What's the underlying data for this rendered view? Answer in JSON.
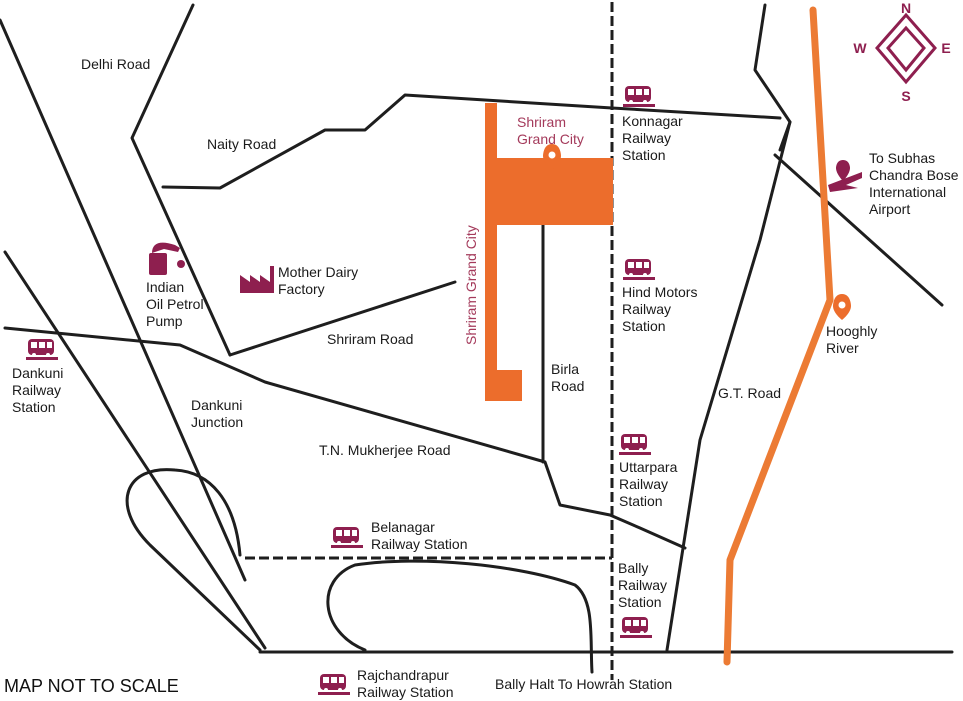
{
  "colors": {
    "road": "#1e1e1e",
    "site": "#ec6d2c",
    "river": "#ec7b34",
    "icon": "#8e1f4f",
    "site_label": "#a43a5b"
  },
  "labels": {
    "delhi_road": "Delhi Road",
    "naity_road": "Naity Road",
    "indian_oil": "Indian\nOil Petrol\nPump",
    "mother_dairy": "Mother Dairy\nFactory",
    "shriram_road": "Shriram Road",
    "dankuni_station": "Dankuni\nRailway\nStation",
    "dankuni_junction": "Dankuni\nJunction",
    "tn_mukherjee_road": "T.N. Mukherjee Road",
    "belanagar_station": "Belanagar\nRailway Station",
    "rajchandrapur_station": "Rajchandrapur\nRailway Station",
    "bally_halt": "Bally Halt To Howrah Station",
    "birla_road": "Birla\nRoad",
    "shriram_grand_city_top": "Shriram\nGrand City",
    "shriram_grand_city_side": "Shriram Grand City",
    "konnagar_station": "Konnagar\nRailway\nStation",
    "hind_motors_station": "Hind Motors\nRailway\nStation",
    "uttarpara_station": "Uttarpara\nRailway\nStation",
    "bally_station": "Bally\nRailway\nStation",
    "gt_road": "G.T. Road",
    "airport": "To Subhas\nChandra Bose\nInternational\nAirport",
    "hooghly_river": "Hooghly\nRiver"
  },
  "compass": {
    "n": "N",
    "s": "S",
    "e": "E",
    "w": "W"
  },
  "icons": {
    "train": "train-icon",
    "fuel": "fuel-pump-icon",
    "factory": "factory-icon",
    "airport": "airplane-location-icon",
    "pin": "location-pin-icon"
  },
  "note": "MAP NOT TO SCALE"
}
